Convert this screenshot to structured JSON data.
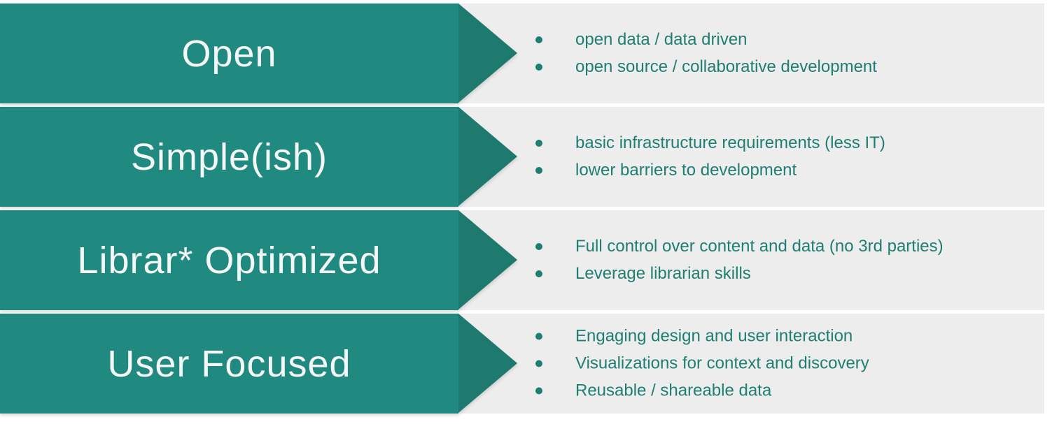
{
  "theme": {
    "banner_color": "#218A80",
    "arrowhead_color": "#1E7A6E",
    "band_color": "#EDEDED",
    "bullet_color": "#1F7E72",
    "banner_text_color": "#F4F7F6",
    "page_color": "#FFFFFF"
  },
  "rows": [
    {
      "title": "Open",
      "bullets": [
        "open data / data driven",
        "open source / collaborative development"
      ]
    },
    {
      "title": "Simple(ish)",
      "bullets": [
        "basic infrastructure requirements (less IT)",
        "lower barriers to development"
      ]
    },
    {
      "title": "Librar* Optimized",
      "bullets": [
        "Full control over content and data (no 3rd parties)",
        "Leverage librarian skills"
      ]
    },
    {
      "title": "User Focused",
      "bullets": [
        "Engaging design and user interaction",
        "Visualizations for context and discovery",
        "Reusable / shareable data"
      ]
    }
  ]
}
